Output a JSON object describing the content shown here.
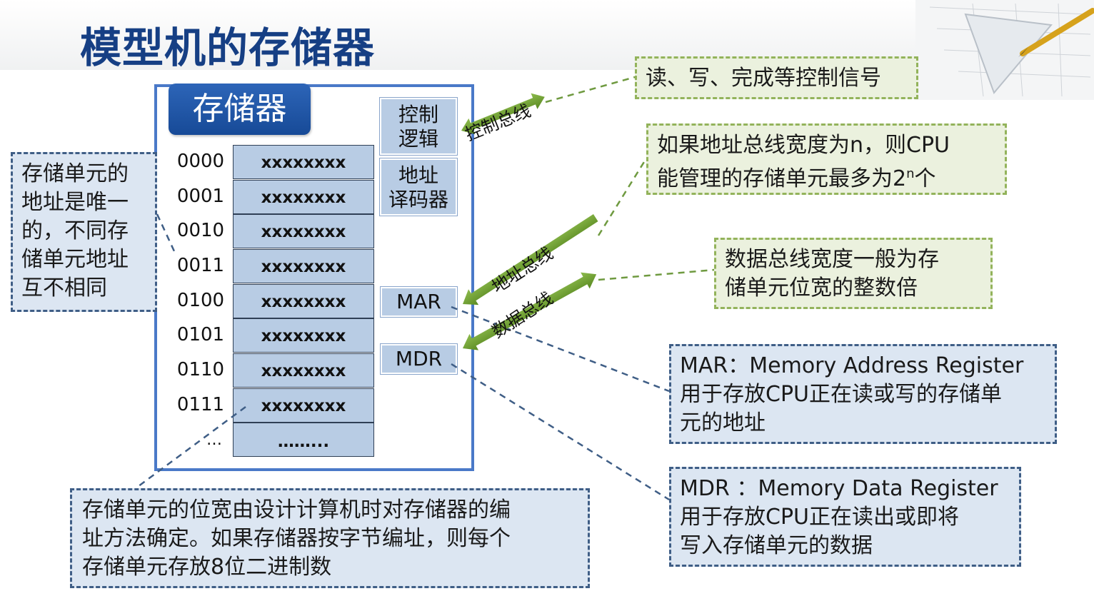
{
  "title": "模型机的存储器",
  "memory": {
    "label": "存储器",
    "addresses": [
      "0000",
      "0001",
      "0010",
      "0011",
      "0100",
      "0101",
      "0110",
      "0111",
      "…"
    ],
    "cells": [
      "xxxxxxxx",
      "xxxxxxxx",
      "xxxxxxxx",
      "xxxxxxxx",
      "xxxxxxxx",
      "xxxxxxxx",
      "xxxxxxxx",
      "xxxxxxxx",
      "……..."
    ]
  },
  "components": {
    "control_logic": [
      "控制",
      "逻辑"
    ],
    "address_decoder": [
      "地址",
      "译码器"
    ],
    "mar": "MAR",
    "mdr": "MDR"
  },
  "buses": {
    "control": "控制总线",
    "address": "地址总线",
    "data": "数据总线"
  },
  "notes": {
    "control_signals": "读、写、完成等控制信号",
    "address_width": {
      "line1": "如果地址总线宽度为n，则CPU",
      "line2_pre": "能管理的存储单元最多为2",
      "line2_sup": "n",
      "line2_post": "个"
    },
    "data_width": [
      "数据总线宽度一般为存",
      "储单元位宽的整数倍"
    ],
    "unique_address": [
      "存储单元的",
      "地址是唯一",
      "的，不同存",
      "储单元地址",
      "互不相同"
    ],
    "mar_desc": [
      "MAR：Memory Address Register",
      "用于存放CPU正在读或写的存储单",
      "元的地址"
    ],
    "mdr_desc": [
      "MDR  ：Memory Data Register",
      "用于存放CPU正在读出或即将",
      "写入存储单元的数据"
    ],
    "bit_width": [
      "存储单元的位宽由设计计算机时对存储器的编",
      "址方法确定。如果存储器按字节编址，则每个",
      "存储单元存放8位二进制数"
    ]
  },
  "colors": {
    "title": "#163f84",
    "frame": "#4a79c8",
    "cell_fill": "#b8cce4",
    "bus_arrow": "#6b9a2f",
    "note_blue_fill": "#dce6f2",
    "note_green_fill": "#ebf1de"
  }
}
